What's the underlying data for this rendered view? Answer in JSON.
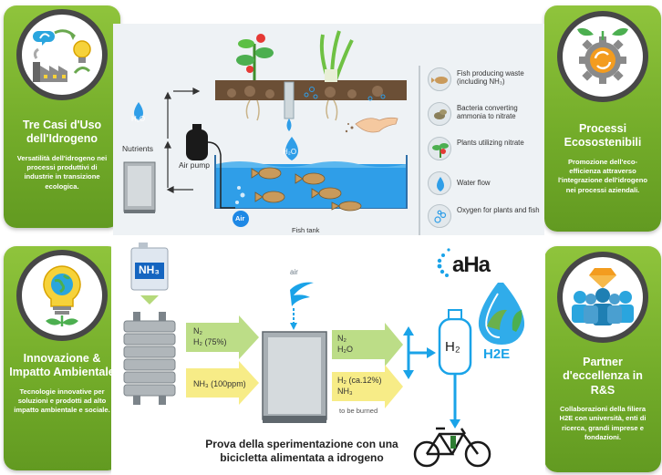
{
  "cards": {
    "top_left": {
      "title": "Tre Casi d'Uso dell'Idrogeno",
      "body": "Versatilità dell'idrogeno nei processi produttivi di industrie in transizione ecologica."
    },
    "top_right": {
      "title": "Processi Ecosostenibili",
      "body": "Promozione dell'eco-efficienza attraverso l'integrazione dell'idrogeno nei processi aziendali."
    },
    "bottom_left": {
      "title": "Innovazione & Impatto Ambientale",
      "body": "Tecnologie innovative per soluzioni e prodotti ad alto impatto ambientale e sociale."
    },
    "bottom_right": {
      "title": "Partner d'eccellenza in R&S",
      "body": "Collaborazioni della filiera H2E con università, enti di ricerca, grandi imprese e fondazioni."
    }
  },
  "aquaponics": {
    "h2o_top": "H₂O",
    "nutrients": "Nutrients",
    "air_pump": "Air pump",
    "h2o_center": "H₂O",
    "air_bubble": "Air",
    "fish_tank": "Fish tank",
    "legend": [
      {
        "label": "Fish producing waste (including NH₃)",
        "icon": "fish-icon"
      },
      {
        "label": "Bacteria converting ammonia to nitrate",
        "icon": "bacteria-icon"
      },
      {
        "label": "Plants utilizing nitrate",
        "icon": "plant-icon"
      },
      {
        "label": "Water flow",
        "icon": "water-drop-icon"
      },
      {
        "label": "Oxygen for plants and fish",
        "icon": "bubbles-icon"
      }
    ]
  },
  "process": {
    "tank_label": "NH₃",
    "air": "air",
    "in_n2": "N₂",
    "in_h2": "H₂ (75%)",
    "in_nh3": "NH₃ (100ppm)",
    "out_n2": "N₂",
    "out_h2o": "H₂O",
    "out_h2": "H₂ (ca.12%)",
    "out_nh3": "NH₃",
    "to_be_burned": "to be burned",
    "h2_cylinder": "H₂",
    "caption": "Prova della sperimentazione con una bicicletta alimentata a idrogeno"
  },
  "logos": {
    "aha": "aHa",
    "h2e": "H2E"
  },
  "colors": {
    "card_green": "#74ad2a",
    "ring_dark": "#474747",
    "water_blue": "#2f9ee8",
    "arrow_green": "#b5d97a",
    "arrow_yellow": "#f6ea7a",
    "accent_blue": "#1aa3e8"
  }
}
